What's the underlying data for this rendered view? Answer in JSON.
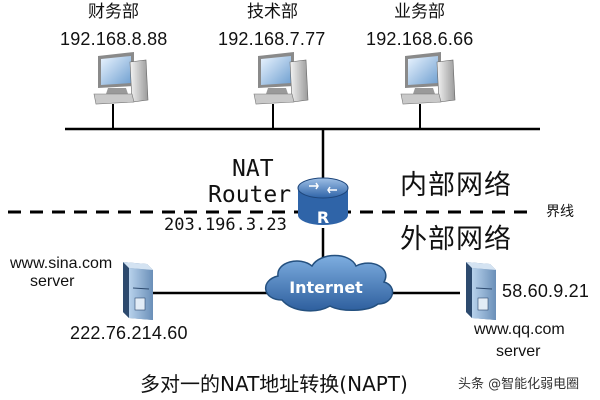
{
  "departments": [
    {
      "name": "财务部",
      "ip": "192.168.8.88"
    },
    {
      "name": "技术部",
      "ip": "192.168.7.77"
    },
    {
      "name": "业务部",
      "ip": "192.168.6.66"
    }
  ],
  "router": {
    "label_line1": "NAT",
    "label_line2": "Router",
    "icon_letter": "R",
    "public_ip": "203.196.3.23"
  },
  "zones": {
    "inside": "内部网络",
    "outside": "外部网络",
    "boundary": "界线"
  },
  "internet_label": "Internet",
  "servers": {
    "sina": {
      "line1": "www.sina.com",
      "line2": "server",
      "ip": "222.76.214.60"
    },
    "qq": {
      "line1": "www.qq.com",
      "line2": "server",
      "ip": "58.60.9.21"
    }
  },
  "caption": "多对一的NAT地址转换(NAPT)",
  "watermark": "头条 @智能化弱电圈"
}
